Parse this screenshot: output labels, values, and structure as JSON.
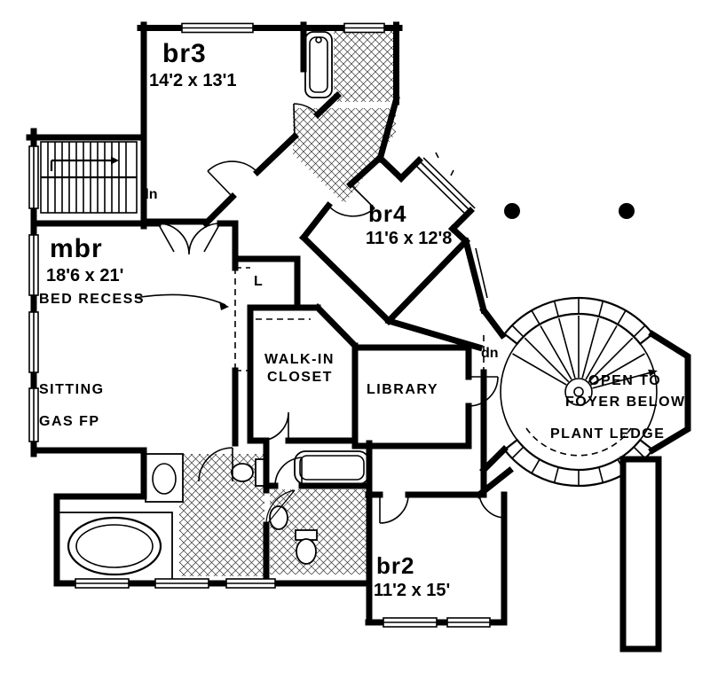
{
  "colors": {
    "ink": "#000000",
    "paper": "#ffffff"
  },
  "rooms": {
    "br3": {
      "name": "br3",
      "dims": "14'2 x 13'1"
    },
    "br4": {
      "name": "br4",
      "dims": "11'6 x 12'8"
    },
    "mbr": {
      "name": "mbr",
      "dims": "18'6 x 21'"
    },
    "br2": {
      "name": "br2",
      "dims": "11'2 x 15'"
    },
    "library": {
      "name": "LIBRARY"
    },
    "walk_in_closet": {
      "line1": "WALK-IN",
      "line2": "CLOSET"
    },
    "linen_closet": {
      "name": "L"
    }
  },
  "annotations": {
    "bed_recess": "BED RECESS",
    "sitting": "SITTING",
    "gas_fp": "GAS FP",
    "open_to_foyer_line1": "OPEN TO",
    "open_to_foyer_line2": "FOYER BELOW",
    "plant_ledge": "PLANT LEDGE",
    "dn_main": "dn",
    "dn_spiral": "dn"
  }
}
